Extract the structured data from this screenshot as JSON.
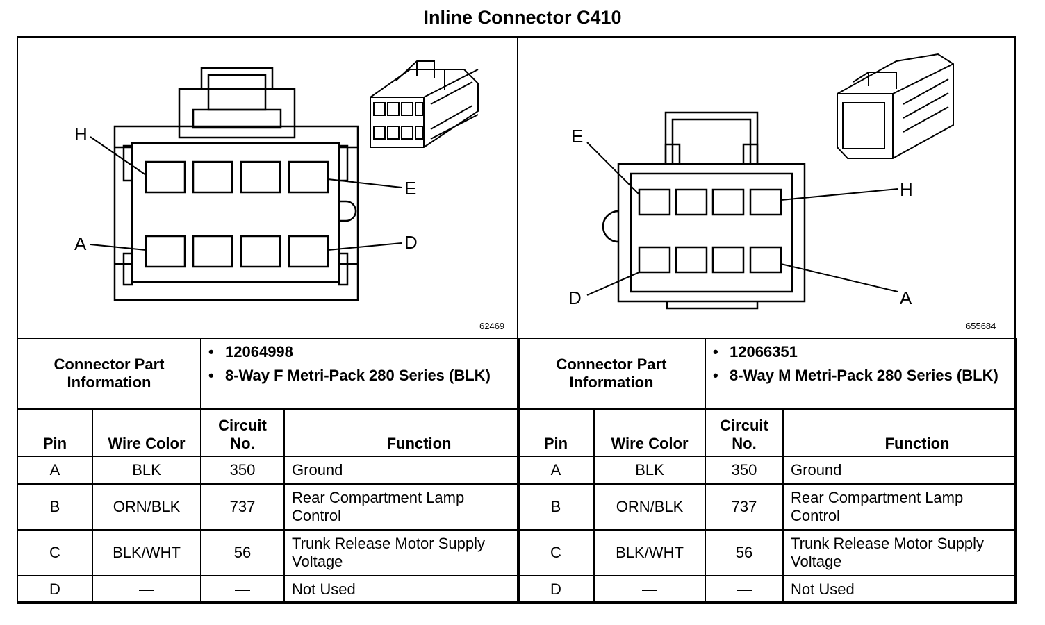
{
  "title": "Inline Connector C410",
  "panels": [
    {
      "figure_id": "62469",
      "pin_labels": {
        "h": "H",
        "e": "E",
        "a": "A",
        "d": "D"
      },
      "part_info_label": "Connector Part Information",
      "part_info": [
        "12064998",
        "8-Way F Metri-Pack 280 Series (BLK)"
      ],
      "columns": {
        "pin": "Pin",
        "wire_color": "Wire Color",
        "circuit_no": "Circuit No.",
        "function": "Function"
      },
      "rows": [
        {
          "pin": "A",
          "wire_color": "BLK",
          "circuit": "350",
          "function": "Ground"
        },
        {
          "pin": "B",
          "wire_color": "ORN/BLK",
          "circuit": "737",
          "function": "Rear Compartment Lamp Control"
        },
        {
          "pin": "C",
          "wire_color": "BLK/WHT",
          "circuit": "56",
          "function": "Trunk Release Motor Supply Voltage"
        },
        {
          "pin": "D",
          "wire_color": "—",
          "circuit": "—",
          "function": "Not Used"
        }
      ]
    },
    {
      "figure_id": "655684",
      "pin_labels": {
        "e": "E",
        "h": "H",
        "d": "D",
        "a": "A"
      },
      "part_info_label": "Connector Part Information",
      "part_info": [
        "12066351",
        "8-Way M Metri-Pack 280 Series (BLK)"
      ],
      "columns": {
        "pin": "Pin",
        "wire_color": "Wire Color",
        "circuit_no": "Circuit No.",
        "function": "Function"
      },
      "rows": [
        {
          "pin": "A",
          "wire_color": "BLK",
          "circuit": "350",
          "function": "Ground"
        },
        {
          "pin": "B",
          "wire_color": "ORN/BLK",
          "circuit": "737",
          "function": "Rear Compartment Lamp Control"
        },
        {
          "pin": "C",
          "wire_color": "BLK/WHT",
          "circuit": "56",
          "function": "Trunk Release Motor Supply Voltage"
        },
        {
          "pin": "D",
          "wire_color": "—",
          "circuit": "—",
          "function": "Not Used"
        }
      ]
    }
  ]
}
